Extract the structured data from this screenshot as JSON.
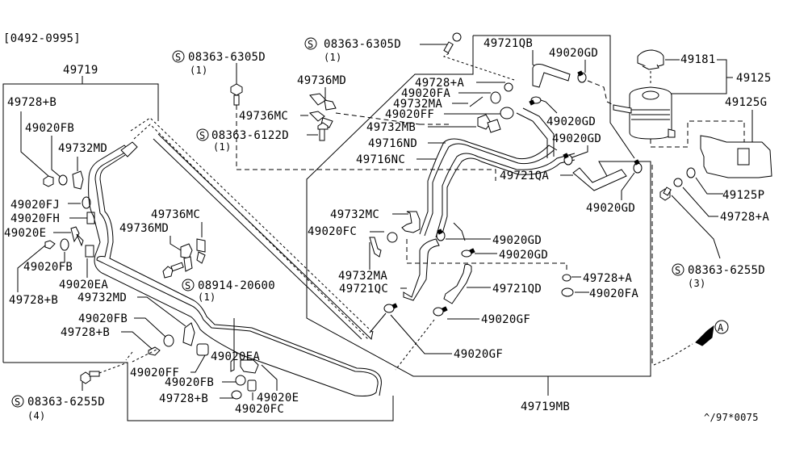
{
  "diagram": {
    "title": "Power Steering Piping",
    "date_range": "[0492-0995]",
    "footer_code": "^/97*0075",
    "view_marker": "A",
    "labels": {
      "assy_49719": "49719",
      "assy_49719mb": "49719MB",
      "p49728b_1": "49728+B",
      "p49020fb_1": "49020FB",
      "p49732md_1": "49732MD",
      "p49020fj": "49020FJ",
      "p49020fh": "49020FH",
      "p49020e_1": "49020E",
      "p49020fb_2": "49020FB",
      "p49020ea_1": "49020EA",
      "p49728b_2": "49728+B",
      "p49732md_2": "49732MD",
      "p49020fb_3": "49020FB",
      "p49728b_3": "49728+B",
      "p49020ff_1": "49020FF",
      "p49020ea_2": "49020EA",
      "p49020fb_4": "49020FB",
      "p49728b_4": "49728+B",
      "p49020e_2": "49020E",
      "p49020fc_1": "49020FC",
      "p49736mc_1": "49736MC",
      "p49736md_1": "49736MD",
      "p49736md_2": "49736MD",
      "p49736mc_2": "49736MC",
      "p49728a_1": "49728+A",
      "p49020fa_1": "49020FA",
      "p49732ma_1": "49732MA",
      "p49020ff_2": "49020FF",
      "p49732mb": "49732MB",
      "p49716nd": "49716ND",
      "p49716nc": "49716NC",
      "p49721qb": "49721QB",
      "p49020gd_1": "49020GD",
      "p49020gd_2": "49020GD",
      "p49020gd_3": "49020GD",
      "p49020gd_4": "49020GD",
      "p49721qa": "49721QA",
      "p49181": "49181",
      "p49125": "49125",
      "p49125g": "49125G",
      "p49125p": "49125P",
      "p49728a_2": "49728+A",
      "p49732mc": "49732MC",
      "p49020fc_2": "49020FC",
      "p49732ma_2": "49732MA",
      "p49721qc": "49721QC",
      "p49020gd_5": "49020GD",
      "p49020gd_6": "49020GD",
      "p49728a_3": "49728+A",
      "p49721qd": "49721QD",
      "p49020fa_2": "49020FA",
      "p49020gf_1": "49020GF",
      "p49020gf_2": "49020GF"
    },
    "bolts": {
      "b1": {
        "part": "08363-6305D",
        "qty": "(1)",
        "symbol": "S"
      },
      "b2": {
        "part": "08363-6305D",
        "qty": "(1)",
        "symbol": "S"
      },
      "b3": {
        "part": "08363-6122D",
        "qty": "(1)",
        "symbol": "S"
      },
      "b4": {
        "part": "08914-20600",
        "qty": "(1)",
        "symbol": "S"
      },
      "b5": {
        "part": "08363-6255D",
        "qty": "(4)",
        "symbol": "S"
      },
      "b6": {
        "part": "08363-6255D",
        "qty": "(3)",
        "symbol": "S"
      }
    }
  }
}
